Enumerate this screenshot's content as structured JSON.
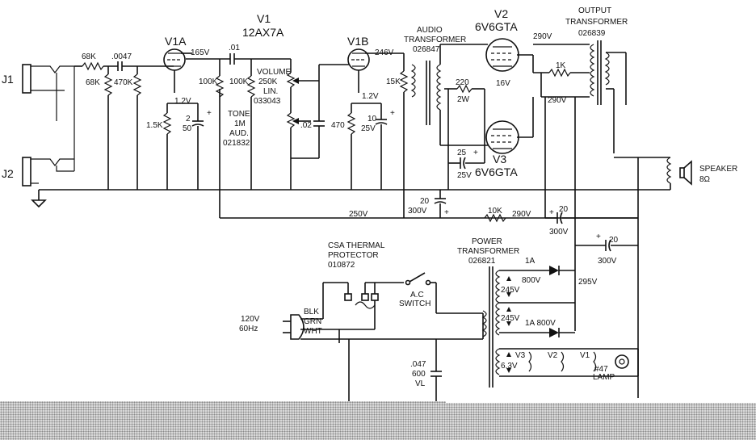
{
  "tubes": {
    "v1": {
      "ref": "V1",
      "type": "12AX7A",
      "section_a": "V1A",
      "section_b": "V1B"
    },
    "v2": {
      "ref": "V2",
      "type": "6V6GTA"
    },
    "v3": {
      "ref": "V3",
      "type": "6V6GTA"
    }
  },
  "jacks": {
    "j1": "J1",
    "j2": "J2"
  },
  "input": {
    "r1": "68K",
    "r2": "68K",
    "cap": ".0047",
    "r_grid": "470K"
  },
  "v1a_stage": {
    "plate_v": "165V",
    "cath_v": "1.2V",
    "r_cath": "1.5K",
    "c_cath_value": "2",
    "c_cath_volt": "50",
    "c_coupling": ".01",
    "r_plate": "100K",
    "r_load": "100K"
  },
  "volume": {
    "l1": "VOLUME",
    "l2": "250K",
    "l3": "LIN.",
    "l4": "033043"
  },
  "tone": {
    "l1": "TONE",
    "l2": "1M",
    "l3": "AUD.",
    "l4": "021832",
    "cap": ".02"
  },
  "v1b_stage": {
    "plate_v": "246V",
    "cath_v": "1.2V",
    "r_cath": "470",
    "c_cath_value": "10",
    "c_cath_volt": "25V",
    "r_plate": "15K"
  },
  "audio_transformer": {
    "l1": "AUDIO",
    "l2": "TRANSFORMER",
    "l3": "026847"
  },
  "output_stage": {
    "r_220": "220",
    "r_220_w": "2W",
    "v_16": "16V",
    "c_25": "25",
    "c_25_v": "25V",
    "plate_v_top": "290V",
    "plate_v_mid": "290V",
    "r_1k": "1K"
  },
  "output_transformer": {
    "l1": "OUTPUT",
    "l2": "TRANSFORMER",
    "l3": "026839"
  },
  "speaker": {
    "l1": "SPEAKER",
    "l2": "8Ω"
  },
  "supply": {
    "v250": "250V",
    "c20a": "20",
    "c20a_v": "300V",
    "r10k": "10K",
    "v290": "290V",
    "c20b": "20",
    "c20b_v": "300V",
    "c20c": "20",
    "c20c_v": "300V",
    "v295": "295V",
    "plus": "+"
  },
  "thermal": {
    "l1": "CSA THERMAL",
    "l2": "PROTECTOR",
    "l3": "010872"
  },
  "switch": {
    "l1": "A.C",
    "l2": "SWITCH"
  },
  "mains": {
    "v": "120V",
    "hz": "60Hz",
    "blk": "BLK",
    "grn": "GRN",
    "wht": "WHT"
  },
  "line_cap": {
    "value": ".047",
    "volt": "600",
    "type": "VL"
  },
  "power_transformer": {
    "l1": "POWER",
    "l2": "TRANSFORMER",
    "l3": "026821"
  },
  "rectifier": {
    "d1_a": "1A",
    "d1_v": "800V",
    "d2": "1A 800V",
    "w1": "245V",
    "w2": "245V"
  },
  "heater": {
    "v": "6.3V",
    "v3": "V3",
    "v2": "V2",
    "v1": "V1",
    "lamp_no": "#47",
    "lamp": "LAMP"
  }
}
